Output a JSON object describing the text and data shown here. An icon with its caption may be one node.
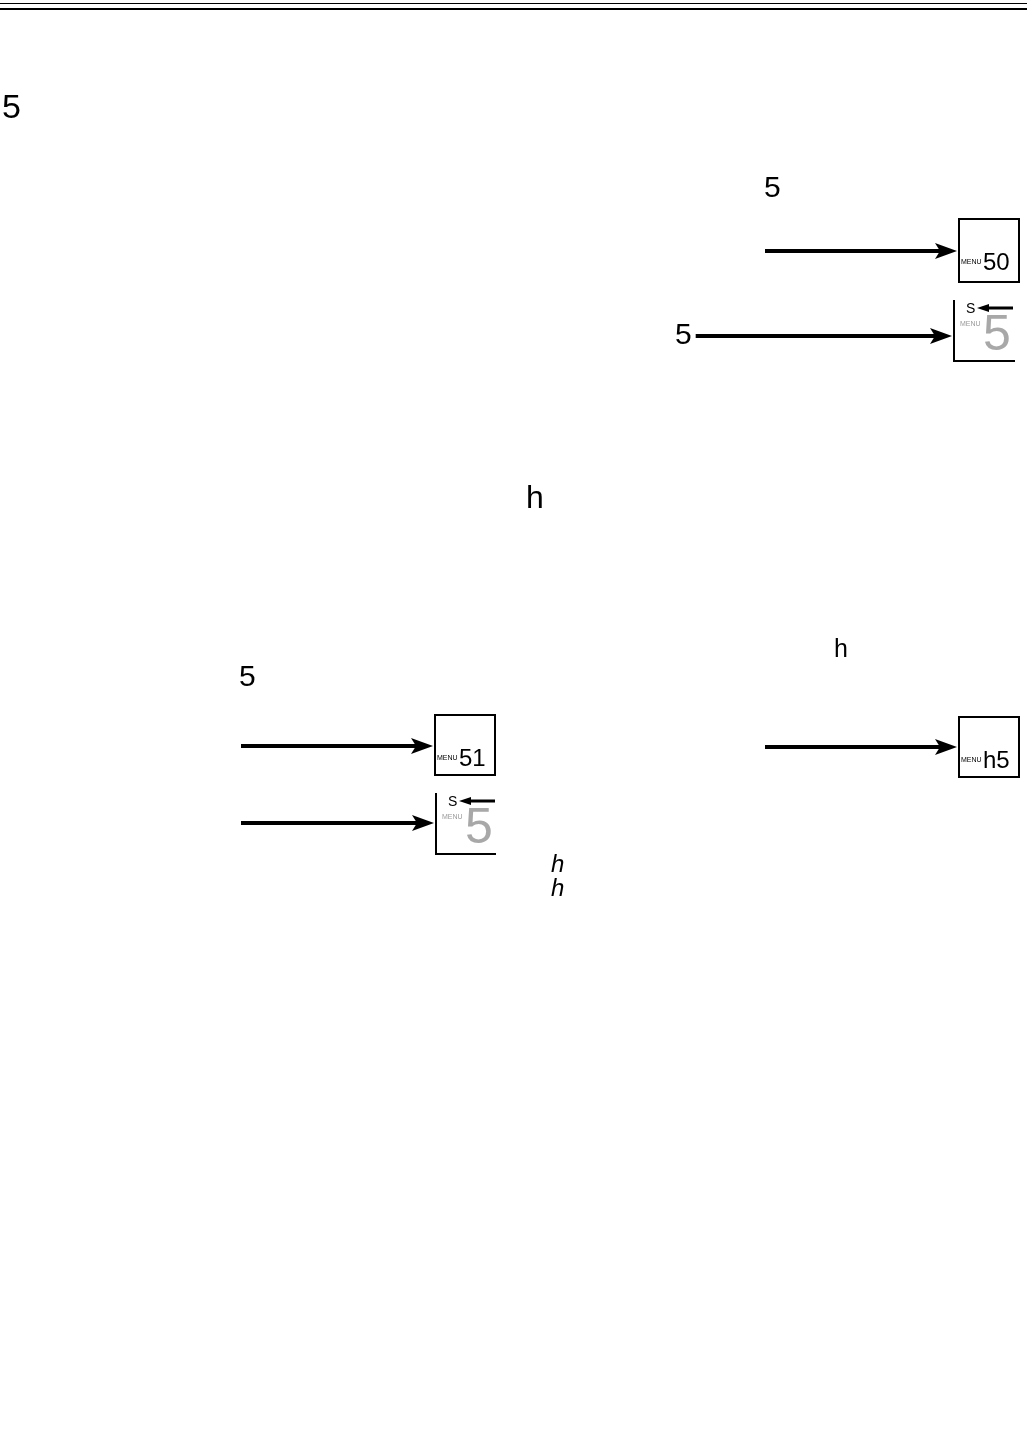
{
  "diagram": {
    "nodes": [
      {
        "text": [
          "MENU",
          "50"
        ]
      },
      {
        "text": [
          "5"
        ]
      },
      {
        "text": [
          "S",
          "MENU",
          "5"
        ]
      },
      {
        "text": [
          "MENU",
          "51"
        ]
      },
      {
        "text": [
          "MENU",
          "h5"
        ]
      },
      {
        "text": [
          "S",
          "MENU",
          "5"
        ]
      }
    ],
    "edges": [
      {
        "from": null,
        "to": 0,
        "arrow": "to"
      },
      {
        "from": 1,
        "to": 2,
        "arrow": "to"
      },
      {
        "from": null,
        "to": 3,
        "arrow": "to"
      },
      {
        "from": null,
        "to": 4,
        "arrow": "to"
      },
      {
        "from": null,
        "to": 5,
        "arrow": "to"
      }
    ],
    "labels": [
      "5",
      "5",
      "h",
      "h",
      "5",
      "h",
      "h"
    ]
  }
}
